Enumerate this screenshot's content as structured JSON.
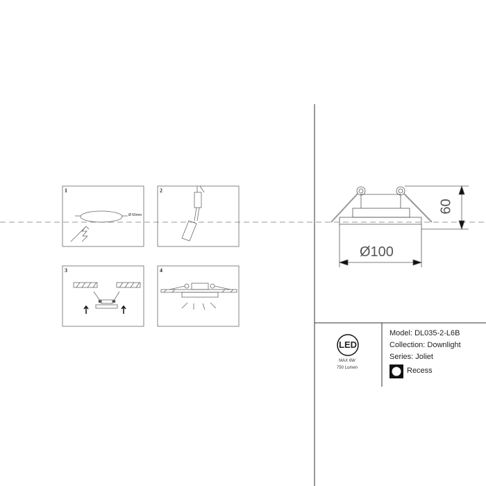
{
  "steps": [
    {
      "number": "1",
      "note": "Ø 60mm"
    },
    {
      "number": "2"
    },
    {
      "number": "3"
    },
    {
      "number": "4"
    }
  ],
  "dimensions": {
    "diameter": "Ø100",
    "height": "60"
  },
  "badge": {
    "logo": "LED",
    "max_power": "MAX 6W",
    "lumen": "750 Lumen"
  },
  "spec": {
    "model": "Model: DL035-2-L6B",
    "collection": "Collection: Downlight",
    "series": "Series: Joliet",
    "mount": "Recess"
  }
}
